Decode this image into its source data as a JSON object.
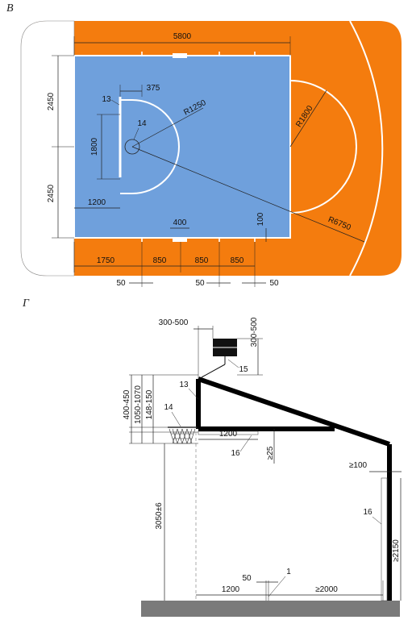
{
  "panels": {
    "top_label": "В",
    "bottom_label": "Г"
  },
  "colors": {
    "outer_zone": "#f47c0e",
    "court": "#6fa0dc",
    "runoff": "#ffffff",
    "lines": "#ffffff",
    "ground": "#7a7a7a",
    "structure": "#000000"
  },
  "court_plan": {
    "dims": {
      "width_total": "5800",
      "half_width_upper": "2450",
      "half_width_lower": "2450",
      "key_width": "1800",
      "backboard_to_end": "1200",
      "board_offset": "375",
      "key_radius": "R1250",
      "center_radius": "R1800",
      "three_point_radius": "R6750",
      "marker_width": "400",
      "marker_depth": "100",
      "bottom_segments": [
        "1750",
        "850",
        "850",
        "850"
      ],
      "bottom_gaps": [
        "50",
        "50",
        "50"
      ]
    },
    "callouts": {
      "backboard": "13",
      "basket": "14"
    }
  },
  "side_elevation": {
    "dims": {
      "shot_clock_offset": "300-500",
      "shot_clock_height": "300-500",
      "top_range": "400-450",
      "mid_range": "1050-1070",
      "board_range": "148-150",
      "rim_height": "3050±6",
      "padding_gap": "≥25",
      "beam_length": "1200",
      "base_distance": "1200",
      "post_gap": "50",
      "base_to_post": "≥2000",
      "pad_offset": "≥100",
      "pad_height": "≥2150"
    },
    "callouts": {
      "backboard": "13",
      "basket": "14",
      "shot_clock": "15",
      "padding_beam": "16",
      "padding_post": "16",
      "line": "1"
    }
  }
}
